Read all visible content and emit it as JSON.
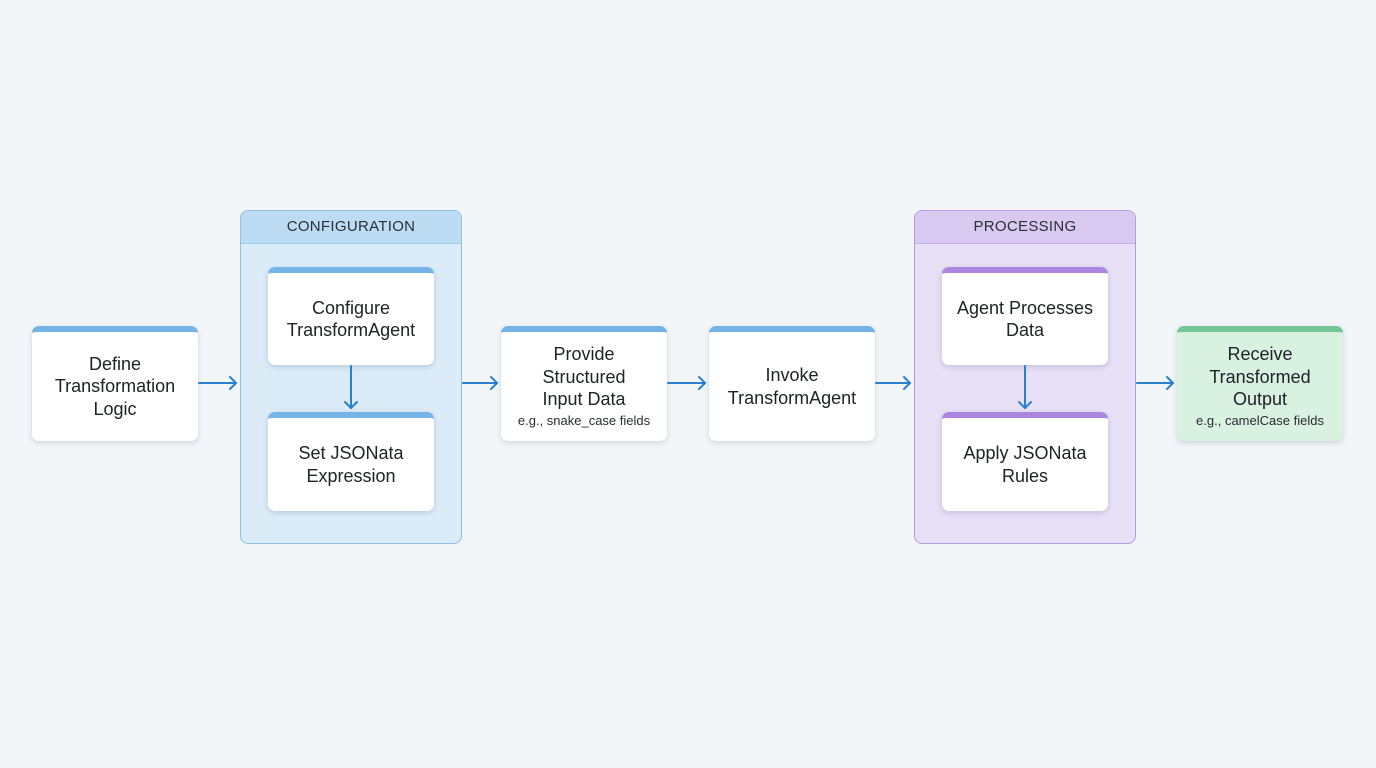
{
  "groups": {
    "configuration": {
      "label": "CONFIGURATION"
    },
    "processing": {
      "label": "PROCESSING"
    }
  },
  "nodes": {
    "define": {
      "title": "Define\nTransformation\nLogic"
    },
    "configure": {
      "title": "Configure\nTransformAgent"
    },
    "set_expression": {
      "title": "Set JSONata\nExpression"
    },
    "provide": {
      "title": "Provide\nStructured\nInput Data",
      "subtitle": "e.g., snake_case fields"
    },
    "invoke": {
      "title": "Invoke\nTransformAgent"
    },
    "agent_processes": {
      "title": "Agent Processes\nData"
    },
    "apply_rules": {
      "title": "Apply JSONata\nRules"
    },
    "receive": {
      "title": "Receive\nTransformed\nOutput",
      "subtitle": "e.g., camelCase fields"
    }
  },
  "colors": {
    "background": "#f3f6f9",
    "arrow": "#2a7fcf",
    "blue_accent": "#76b3e6",
    "purple_accent": "#ad86e0",
    "green_accent": "#74c794",
    "green_fill": "#d9f1e1"
  }
}
